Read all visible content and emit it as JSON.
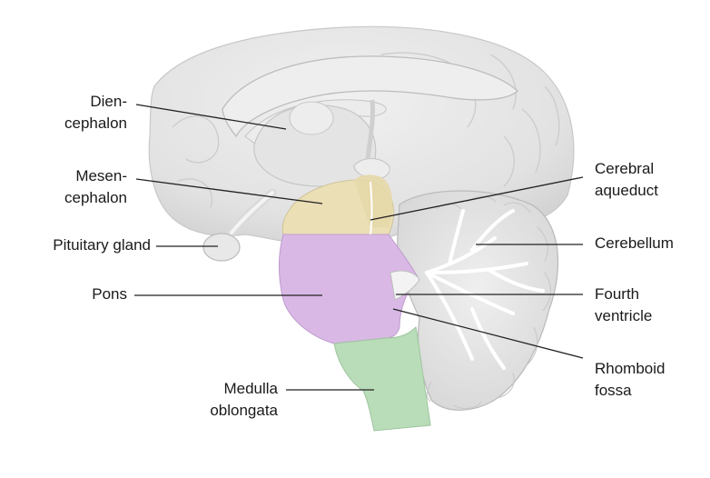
{
  "labels": {
    "diencephalon": [
      "Dien-",
      "cephalon"
    ],
    "mesencephalon": [
      "Mesen-",
      "cephalon"
    ],
    "pituitary_gland": [
      "Pituitary gland"
    ],
    "pons": [
      "Pons"
    ],
    "medulla_oblongata": [
      "Medulla",
      "oblongata"
    ],
    "cerebral_aqueduct": [
      "Cerebral",
      "aqueduct"
    ],
    "cerebellum": [
      "Cerebellum"
    ],
    "fourth_ventricle": [
      "Fourth",
      "ventricle"
    ],
    "rhomboid_fossa": [
      "Rhomboid",
      "fossa"
    ]
  },
  "colors": {
    "mesencephalon": "#ebdfb6",
    "pons": "#d9b8e6",
    "medulla": "#b9dcb9",
    "brain_gray": "#e6e6e6",
    "brain_shadow": "#cfcfcf",
    "leader_line": "#222222"
  }
}
